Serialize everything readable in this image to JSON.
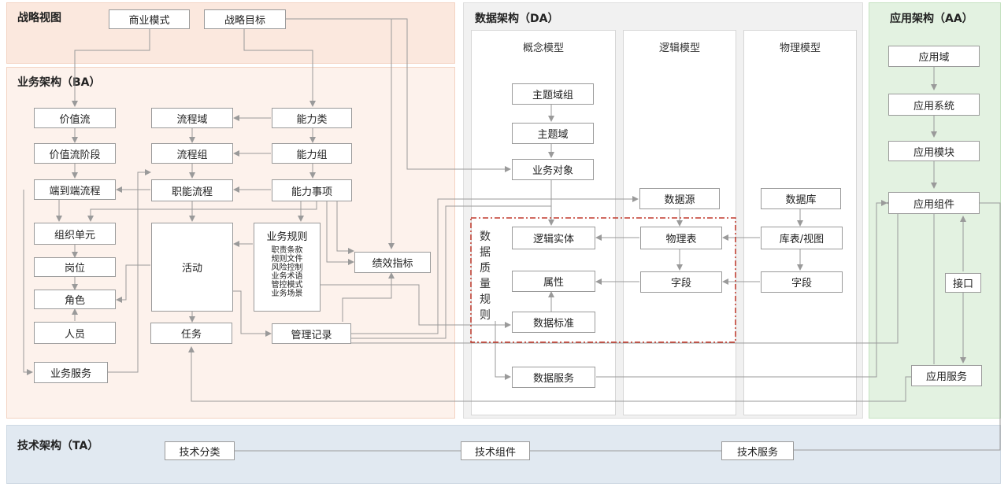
{
  "regions": {
    "strategy": "战略视图",
    "ba": "业务架构（BA）",
    "da": "数据架构（DA）",
    "aa": "应用架构（AA）",
    "ta": "技术架构（TA）"
  },
  "da_columns": {
    "conceptual": "概念模型",
    "logical": "逻辑模型",
    "physical": "物理模型"
  },
  "quality_label": "数据质量规则",
  "nodes": {
    "business_model": "商业模式",
    "strategic_goal": "战略目标",
    "value_stream": "价值流",
    "value_stream_stage": "价值流阶段",
    "e2e_process": "端到端流程",
    "org_unit": "组织单元",
    "position": "岗位",
    "role": "角色",
    "personnel": "人员",
    "business_service": "业务服务",
    "process_domain": "流程域",
    "process_group": "流程组",
    "functional_process": "职能流程",
    "activity": "活动",
    "task": "任务",
    "capability_class": "能力类",
    "capability_group": "能力组",
    "capability_item": "能力事项",
    "performance_indicator": "绩效指标",
    "management_record": "管理记录",
    "subject_area_group": "主题域组",
    "subject_area": "主题域",
    "business_object": "业务对象",
    "logical_entity": "逻辑实体",
    "attribute": "属性",
    "data_standard": "数据标准",
    "data_service": "数据服务",
    "data_source": "数据源",
    "physical_table": "物理表",
    "field_logical": "字段",
    "database": "数据库",
    "table_view": "库表/视图",
    "field_physical": "字段",
    "app_domain": "应用域",
    "app_system": "应用系统",
    "app_module": "应用模块",
    "app_component": "应用组件",
    "interface": "接口",
    "app_service": "应用服务",
    "tech_category": "技术分类",
    "tech_component": "技术组件",
    "tech_service": "技术服务"
  },
  "business_rules": {
    "title": "业务规则",
    "items": [
      "职责条款",
      "规则文件",
      "风险控制",
      "业务术语",
      "管控模式",
      "业务场景"
    ]
  },
  "colors": {
    "line": "#9a9a9a",
    "dash_border": "#c0392b"
  }
}
